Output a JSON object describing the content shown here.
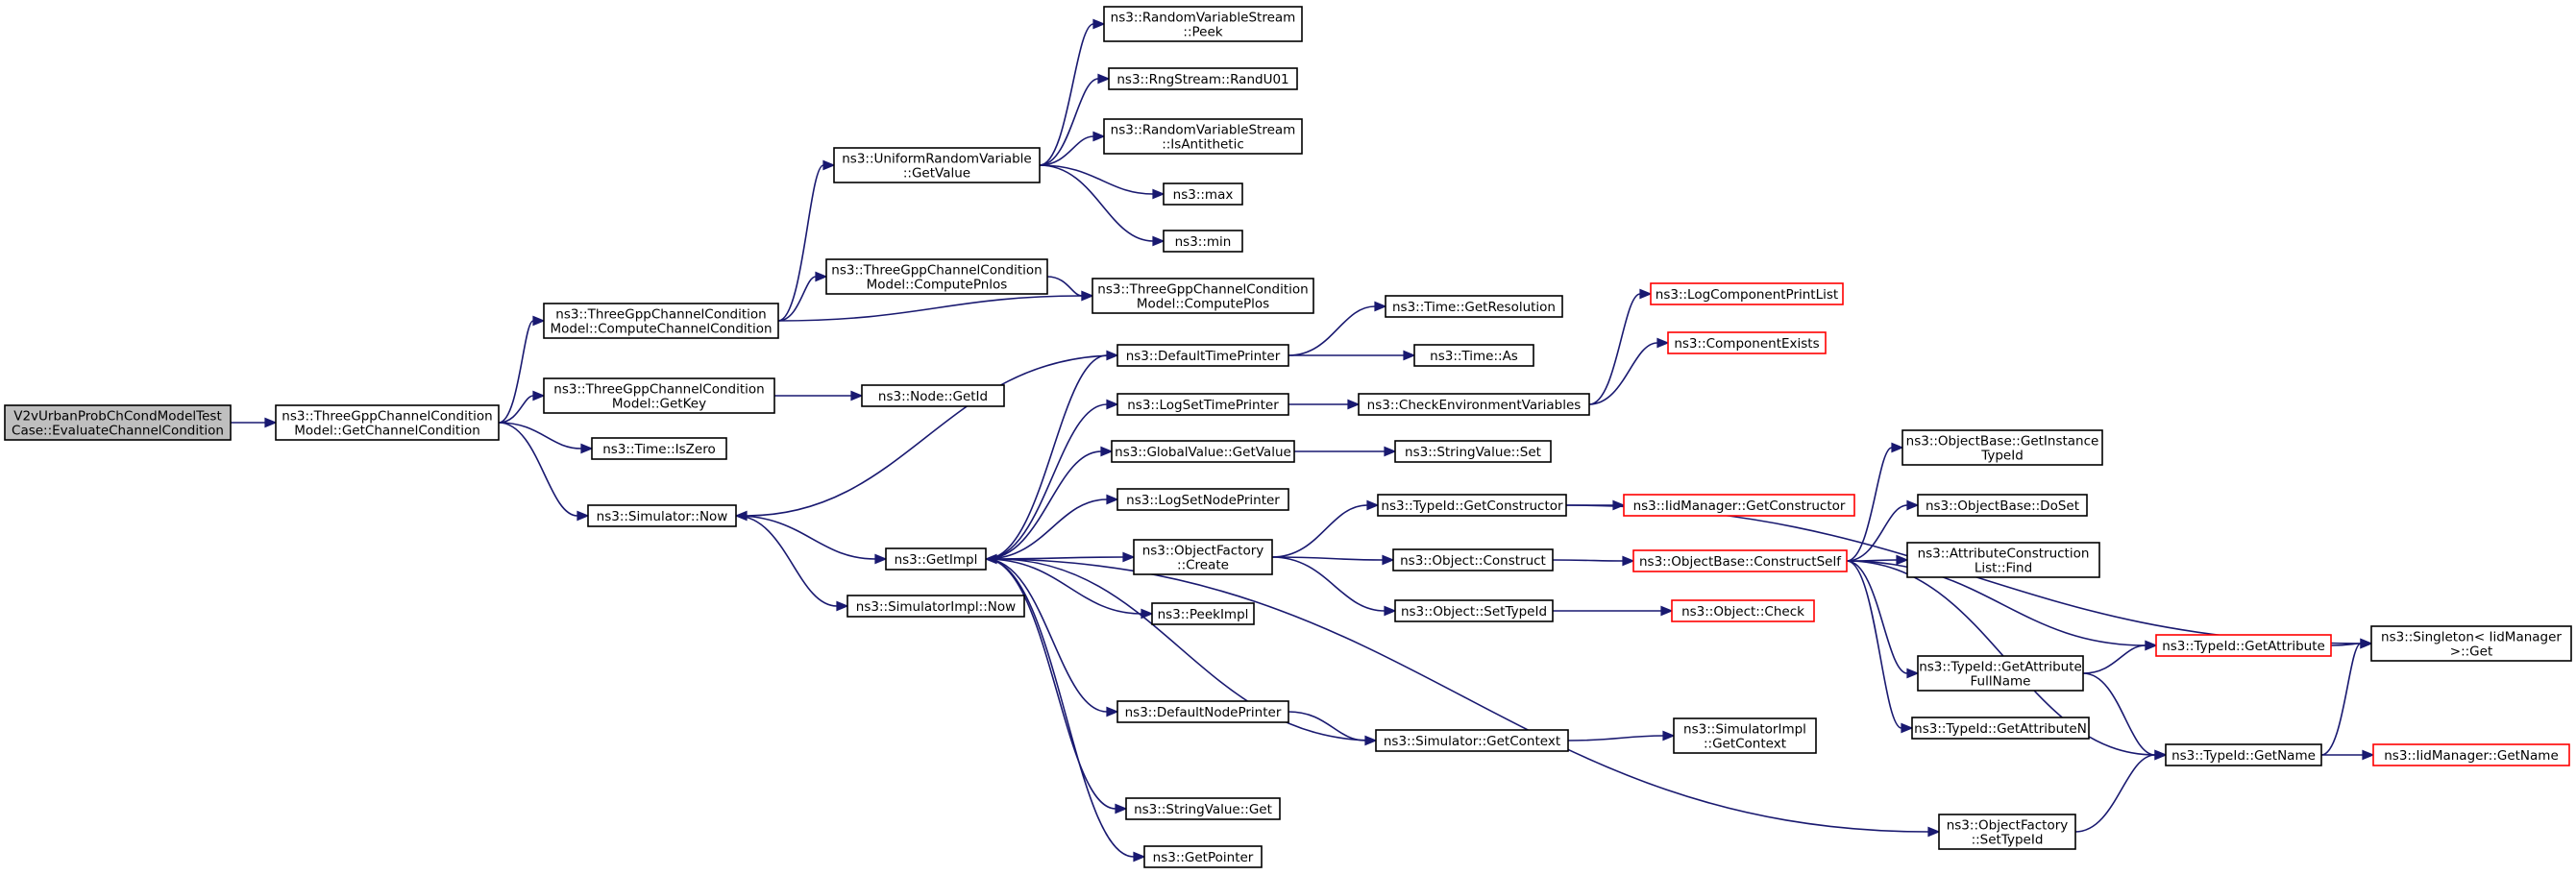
{
  "colors": {
    "edge": "#191970",
    "node_border": "#000000",
    "root_fill": "#bfbfbf",
    "incomplete_border": "#ff0000"
  },
  "nodes": [
    {
      "id": "root",
      "lines": [
        "V2vUrbanProbChCondModelTest",
        "Case::EvaluateChannelCondition"
      ],
      "style": "root"
    },
    {
      "id": "getchannelcond",
      "lines": [
        "ns3::ThreeGppChannelCondition",
        "Model::GetChannelCondition"
      ]
    },
    {
      "id": "computechannelcond",
      "lines": [
        "ns3::ThreeGppChannelCondition",
        "Model::ComputeChannelCondition"
      ]
    },
    {
      "id": "getkey",
      "lines": [
        "ns3::ThreeGppChannelCondition",
        "Model::GetKey"
      ]
    },
    {
      "id": "time_iszero",
      "lines": [
        "ns3::Time::IsZero"
      ]
    },
    {
      "id": "sim_now",
      "lines": [
        "ns3::Simulator::Now"
      ]
    },
    {
      "id": "uniform_getvalue",
      "lines": [
        "ns3::UniformRandomVariable",
        "::GetValue"
      ]
    },
    {
      "id": "computepnlos",
      "lines": [
        "ns3::ThreeGppChannelCondition",
        "Model::ComputePnlos"
      ]
    },
    {
      "id": "node_getid",
      "lines": [
        "ns3::Node::GetId"
      ]
    },
    {
      "id": "getimpl",
      "lines": [
        "ns3::GetImpl"
      ]
    },
    {
      "id": "simimpl_now",
      "lines": [
        "ns3::SimulatorImpl::Now"
      ]
    },
    {
      "id": "rvs_peek",
      "lines": [
        "ns3::RandomVariableStream",
        "::Peek"
      ]
    },
    {
      "id": "rng_randu01",
      "lines": [
        "ns3::RngStream::RandU01"
      ]
    },
    {
      "id": "rvs_isantithetic",
      "lines": [
        "ns3::RandomVariableStream",
        "::IsAntithetic"
      ]
    },
    {
      "id": "max",
      "lines": [
        "ns3::max"
      ]
    },
    {
      "id": "min",
      "lines": [
        "ns3::min"
      ]
    },
    {
      "id": "computeplos",
      "lines": [
        "ns3::ThreeGppChannelCondition",
        "Model::ComputePlos"
      ]
    },
    {
      "id": "defaulttimeprinter",
      "lines": [
        "ns3::DefaultTimePrinter"
      ]
    },
    {
      "id": "logsettimeprinter",
      "lines": [
        "ns3::LogSetTimePrinter"
      ]
    },
    {
      "id": "globalvalue_getvalue",
      "lines": [
        "ns3::GlobalValue::GetValue"
      ]
    },
    {
      "id": "logsetnodeprinter",
      "lines": [
        "ns3::LogSetNodePrinter"
      ]
    },
    {
      "id": "objectfactory_create",
      "lines": [
        "ns3::ObjectFactory",
        "::Create"
      ]
    },
    {
      "id": "peekimpl",
      "lines": [
        "ns3::PeekImpl"
      ]
    },
    {
      "id": "defaultnodeprinter",
      "lines": [
        "ns3::DefaultNodePrinter"
      ]
    },
    {
      "id": "stringvalue_get",
      "lines": [
        "ns3::StringValue::Get"
      ]
    },
    {
      "id": "getpointer",
      "lines": [
        "ns3::GetPointer"
      ]
    },
    {
      "id": "time_getresolution",
      "lines": [
        "ns3::Time::GetResolution"
      ]
    },
    {
      "id": "time_as",
      "lines": [
        "ns3::Time::As"
      ]
    },
    {
      "id": "checkenvvars",
      "lines": [
        "ns3::CheckEnvironmentVariables"
      ]
    },
    {
      "id": "stringvalue_set",
      "lines": [
        "ns3::StringValue::Set"
      ]
    },
    {
      "id": "typeid_getconstructor",
      "lines": [
        "ns3::TypeId::GetConstructor"
      ]
    },
    {
      "id": "object_construct",
      "lines": [
        "ns3::Object::Construct"
      ]
    },
    {
      "id": "object_settypeid",
      "lines": [
        "ns3::Object::SetTypeId"
      ]
    },
    {
      "id": "sim_getcontext",
      "lines": [
        "ns3::Simulator::GetContext"
      ]
    },
    {
      "id": "logcompprintlist",
      "lines": [
        "ns3::LogComponentPrintList"
      ],
      "style": "red"
    },
    {
      "id": "compexists",
      "lines": [
        "ns3::ComponentExists"
      ],
      "style": "red"
    },
    {
      "id": "iidmgr_getconstructor",
      "lines": [
        "ns3::IidManager::GetConstructor"
      ],
      "style": "red"
    },
    {
      "id": "objbase_constructself",
      "lines": [
        "ns3::ObjectBase::ConstructSelf"
      ],
      "style": "red"
    },
    {
      "id": "object_check",
      "lines": [
        "ns3::Object::Check"
      ],
      "style": "red"
    },
    {
      "id": "simimpl_getcontext",
      "lines": [
        "ns3::SimulatorImpl",
        "::GetContext"
      ]
    },
    {
      "id": "objbase_getinstancetypeid",
      "lines": [
        "ns3::ObjectBase::GetInstance",
        "TypeId"
      ]
    },
    {
      "id": "objbase_doset",
      "lines": [
        "ns3::ObjectBase::DoSet"
      ]
    },
    {
      "id": "attrconslist_find",
      "lines": [
        "ns3::AttributeConstruction",
        "List::Find"
      ]
    },
    {
      "id": "typeid_getattrfullname",
      "lines": [
        "ns3::TypeId::GetAttribute",
        "FullName"
      ]
    },
    {
      "id": "typeid_getattrn",
      "lines": [
        "ns3::TypeId::GetAttributeN"
      ]
    },
    {
      "id": "objectfactory_settypeid",
      "lines": [
        "ns3::ObjectFactory",
        "::SetTypeId"
      ]
    },
    {
      "id": "typeid_getattribute",
      "lines": [
        "ns3::TypeId::GetAttribute"
      ],
      "style": "red"
    },
    {
      "id": "typeid_getname",
      "lines": [
        "ns3::TypeId::GetName"
      ]
    },
    {
      "id": "singleton_get",
      "lines": [
        "ns3::Singleton< IidManager",
        " >::Get"
      ]
    },
    {
      "id": "iidmgr_getname",
      "lines": [
        "ns3::IidManager::GetName"
      ],
      "style": "red"
    }
  ],
  "edges": [
    [
      "root",
      "getchannelcond"
    ],
    [
      "getchannelcond",
      "computechannelcond"
    ],
    [
      "getchannelcond",
      "getkey"
    ],
    [
      "getchannelcond",
      "time_iszero"
    ],
    [
      "getchannelcond",
      "sim_now"
    ],
    [
      "computechannelcond",
      "uniform_getvalue"
    ],
    [
      "computechannelcond",
      "computepnlos"
    ],
    [
      "computechannelcond",
      "computeplos"
    ],
    [
      "uniform_getvalue",
      "rvs_peek"
    ],
    [
      "uniform_getvalue",
      "rng_randu01"
    ],
    [
      "uniform_getvalue",
      "rvs_isantithetic"
    ],
    [
      "uniform_getvalue",
      "max"
    ],
    [
      "uniform_getvalue",
      "min"
    ],
    [
      "computepnlos",
      "computeplos"
    ],
    [
      "getkey",
      "node_getid"
    ],
    [
      "sim_now",
      "getimpl"
    ],
    [
      "sim_now",
      "simimpl_now"
    ],
    [
      "defaulttimeprinter",
      "sim_now"
    ],
    [
      "getimpl",
      "defaulttimeprinter"
    ],
    [
      "getimpl",
      "logsettimeprinter"
    ],
    [
      "getimpl",
      "globalvalue_getvalue"
    ],
    [
      "getimpl",
      "logsetnodeprinter"
    ],
    [
      "getimpl",
      "objectfactory_create"
    ],
    [
      "getimpl",
      "peekimpl"
    ],
    [
      "getimpl",
      "defaultnodeprinter"
    ],
    [
      "getimpl",
      "stringvalue_get"
    ],
    [
      "getimpl",
      "getpointer"
    ],
    [
      "getimpl",
      "objectfactory_settypeid"
    ],
    [
      "sim_getcontext",
      "getimpl"
    ],
    [
      "defaulttimeprinter",
      "time_getresolution"
    ],
    [
      "defaulttimeprinter",
      "time_as"
    ],
    [
      "logsettimeprinter",
      "checkenvvars"
    ],
    [
      "checkenvvars",
      "logcompprintlist"
    ],
    [
      "checkenvvars",
      "compexists"
    ],
    [
      "globalvalue_getvalue",
      "stringvalue_set"
    ],
    [
      "objectfactory_create",
      "typeid_getconstructor"
    ],
    [
      "objectfactory_create",
      "object_construct"
    ],
    [
      "objectfactory_create",
      "object_settypeid"
    ],
    [
      "typeid_getconstructor",
      "iidmgr_getconstructor"
    ],
    [
      "typeid_getconstructor",
      "singleton_get"
    ],
    [
      "object_construct",
      "objbase_constructself"
    ],
    [
      "object_settypeid",
      "object_check"
    ],
    [
      "defaultnodeprinter",
      "sim_getcontext"
    ],
    [
      "sim_getcontext",
      "simimpl_getcontext"
    ],
    [
      "objbase_constructself",
      "objbase_getinstancetypeid"
    ],
    [
      "objbase_constructself",
      "objbase_doset"
    ],
    [
      "objbase_constructself",
      "attrconslist_find"
    ],
    [
      "objbase_constructself",
      "typeid_getattribute"
    ],
    [
      "objbase_constructself",
      "typeid_getattrfullname"
    ],
    [
      "objbase_constructself",
      "typeid_getattrn"
    ],
    [
      "objbase_constructself",
      "typeid_getname"
    ],
    [
      "typeid_getattrfullname",
      "typeid_getattribute"
    ],
    [
      "typeid_getattrfullname",
      "typeid_getname"
    ],
    [
      "typeid_getattribute",
      "singleton_get"
    ],
    [
      "objectfactory_settypeid",
      "typeid_getname"
    ],
    [
      "typeid_getname",
      "singleton_get"
    ],
    [
      "typeid_getname",
      "iidmgr_getname"
    ]
  ]
}
